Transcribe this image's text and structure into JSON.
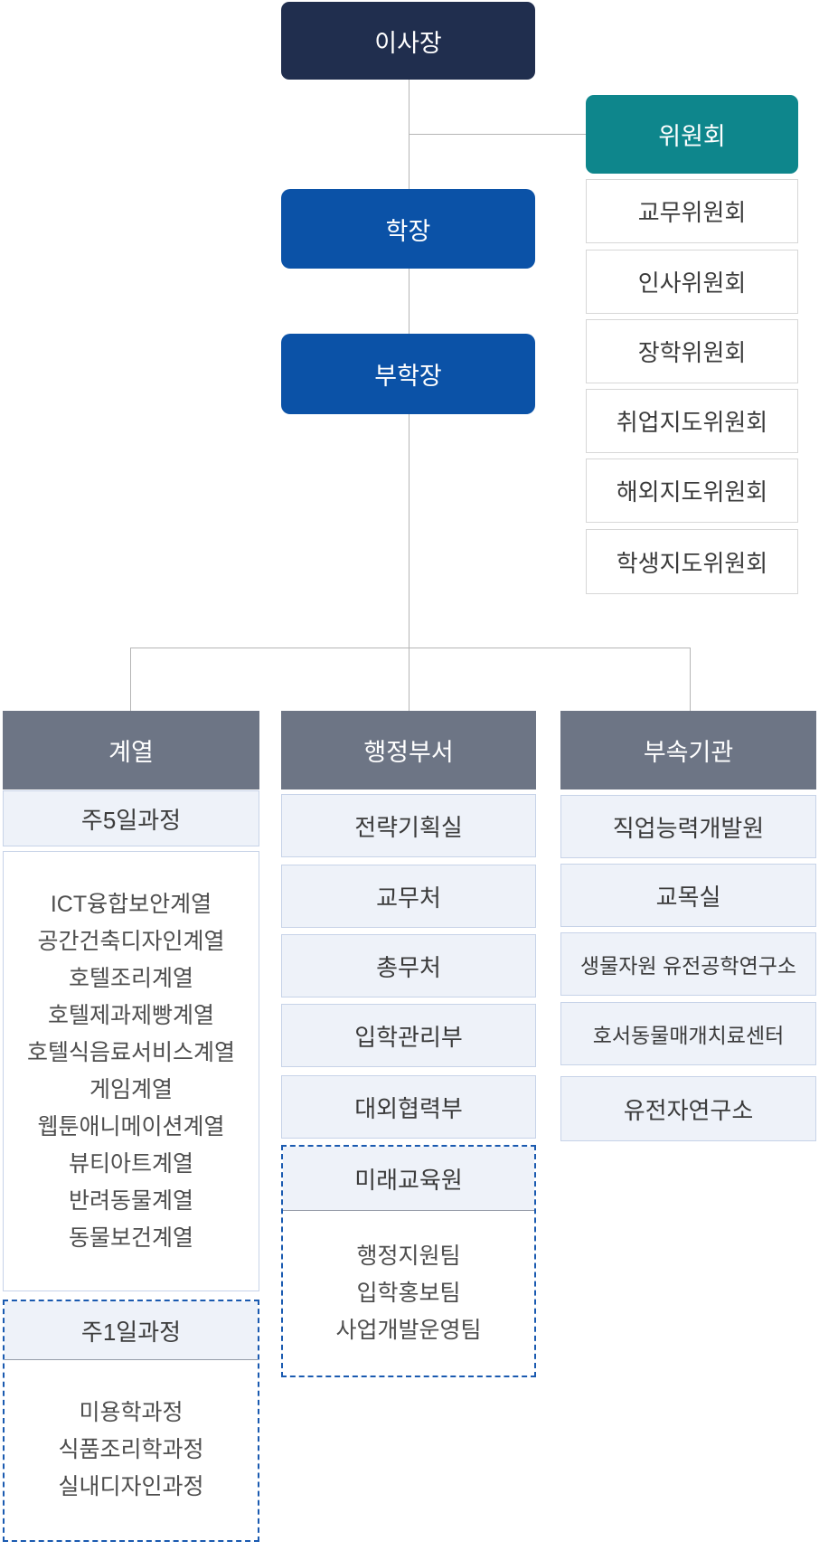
{
  "palette": {
    "navy": "#202e4e",
    "blue": "#0b52a7",
    "teal": "#0e868c",
    "slate_gray": "#6d7585",
    "light_box_bg": "#eef2f9",
    "light_box_border": "#c7d3e8",
    "white_box_border": "#d7d7d7",
    "dashed_border": "#1a5ab0",
    "connector_line": "#b5b5b5",
    "text_dark": "#3b3b3b",
    "text_list": "#4e4e4e"
  },
  "hierarchy": {
    "chairman": "이사장",
    "dean": "학장",
    "vice_dean": "부학장"
  },
  "committee": {
    "title": "위원회",
    "items": [
      "교무위원회",
      "인사위원회",
      "장학위원회",
      "취업지도위원회",
      "해외지도위원회",
      "학생지도위원회"
    ]
  },
  "departments": {
    "title": "계열",
    "week5": {
      "label": "주5일과정",
      "items": [
        "ICT융합보안계열",
        "공간건축디자인계열",
        "호텔조리계열",
        "호텔제과제빵계열",
        "호텔식음료서비스계열",
        "게임계열",
        "웹툰애니메이션계열",
        "뷰티아트계열",
        "반려동물계열",
        "동물보건계열"
      ]
    },
    "week1": {
      "label": "주1일과정",
      "items": [
        "미용학과정",
        "식품조리학과정",
        "실내디자인과정"
      ]
    }
  },
  "admin": {
    "title": "행정부서",
    "offices": [
      "전략기획실",
      "교무처",
      "총무처",
      "입학관리부",
      "대외협력부"
    ],
    "future_edu": {
      "label": "미래교육원",
      "teams": [
        "행정지원팀",
        "입학홍보팀",
        "사업개발운영팀"
      ]
    }
  },
  "affiliates": {
    "title": "부속기관",
    "items": [
      "직업능력개발원",
      "교목실",
      "생물자원 유전공학연구소",
      "호서동물매개치료센터",
      "유전자연구소"
    ]
  }
}
